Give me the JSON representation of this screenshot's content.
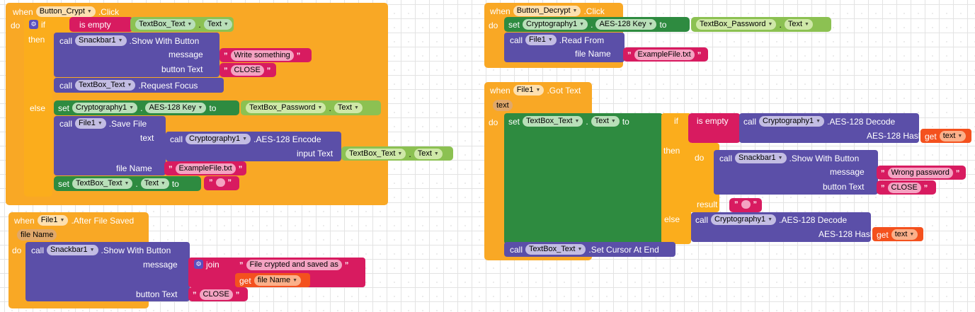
{
  "app": {
    "editor": "MIT App Inventor Blocks Editor",
    "background": "#ffffff",
    "grid": "dotted"
  },
  "palette": {
    "event": "#f9a825",
    "control": "#fbad1c",
    "setter": "#2e8b40",
    "getter": "#8cc152",
    "call": "#5b4fa8",
    "text": "#d81b60",
    "logic": "#d81b60",
    "variable": "#f4511e"
  },
  "words": {
    "when": "when",
    "do": "do",
    "if": "if",
    "then": "then",
    "else": "else",
    "call": "call",
    "set": "set",
    "to": "to",
    "get": "get",
    "join": "join",
    "result": "result",
    "is_empty": "is empty",
    "dot": "."
  },
  "blocks": {
    "button_crypt_click": {
      "event_component": "Button_Crypt",
      "event_name": ".Click",
      "if_cond_operator": "is empty",
      "if_cond_component": "TextBox_Text",
      "if_cond_property": "Text",
      "then": {
        "call1_component": "Snackbar1",
        "call1_method": ".Show With Button",
        "arg_message_label": "message",
        "arg_message_value": "Write something",
        "arg_button_label": "button Text",
        "arg_button_value": "CLOSE",
        "call2_component": "TextBox_Text",
        "call2_method": ".Request Focus"
      },
      "else": {
        "set_component": "Cryptography1",
        "set_property": "AES-128 Key",
        "set_value_component": "TextBox_Password",
        "set_value_property": "Text",
        "call_component": "File1",
        "call_method": ".Save File",
        "arg_text_label": "text",
        "arg_text_call_component": "Cryptography1",
        "arg_text_call_method": ".AES-128 Encode",
        "arg_input_label": "input Text",
        "arg_input_component": "TextBox_Text",
        "arg_input_property": "Text",
        "arg_filename_label": "file Name",
        "arg_filename_value": "ExampleFile.txt",
        "set2_component": "TextBox_Text",
        "set2_property": "Text",
        "set2_value": ""
      }
    },
    "file1_after_file_saved": {
      "event_component": "File1",
      "event_name": ".After File Saved",
      "param": "file Name",
      "call_component": "Snackbar1",
      "call_method": ".Show With Button",
      "arg_message_label": "message",
      "join_label": "join",
      "join_text": "File crypted and saved as",
      "join_get": "file Name",
      "arg_button_label": "button Text",
      "arg_button_value": "CLOSE"
    },
    "button_decrypt_click": {
      "event_component": "Button_Decrypt",
      "event_name": ".Click",
      "set_component": "Cryptography1",
      "set_property": "AES-128 Key",
      "set_value_component": "TextBox_Password",
      "set_value_property": "Text",
      "call_component": "File1",
      "call_method": ".Read From",
      "arg_filename_label": "file Name",
      "arg_filename_value": "ExampleFile.txt"
    },
    "file1_got_text": {
      "event_component": "File1",
      "event_name": ".Got Text",
      "param": "text",
      "set_component": "TextBox_Text",
      "set_property": "Text",
      "if_label": "if",
      "if_cond_operator": "is empty",
      "if_cond_call_component": "Cryptography1",
      "if_cond_call_method": ".AES-128 Decode",
      "if_cond_arg_label": "AES-128 Hash",
      "if_cond_arg_get": "text",
      "then_label": "then",
      "then_do_label": "do",
      "then_call_component": "Snackbar1",
      "then_call_method": ".Show With Button",
      "then_arg_message_label": "message",
      "then_arg_message_value": "Wrong password",
      "then_arg_button_label": "button Text",
      "then_arg_button_value": "CLOSE",
      "then_result_label": "result",
      "then_result_value": "",
      "else_label": "else",
      "else_call_component": "Cryptography1",
      "else_call_method": ".AES-128 Decode",
      "else_arg_label": "AES-128 Hash",
      "else_arg_get": "text",
      "last_call_component": "TextBox_Text",
      "last_call_method": ".Set Cursor At End"
    }
  }
}
